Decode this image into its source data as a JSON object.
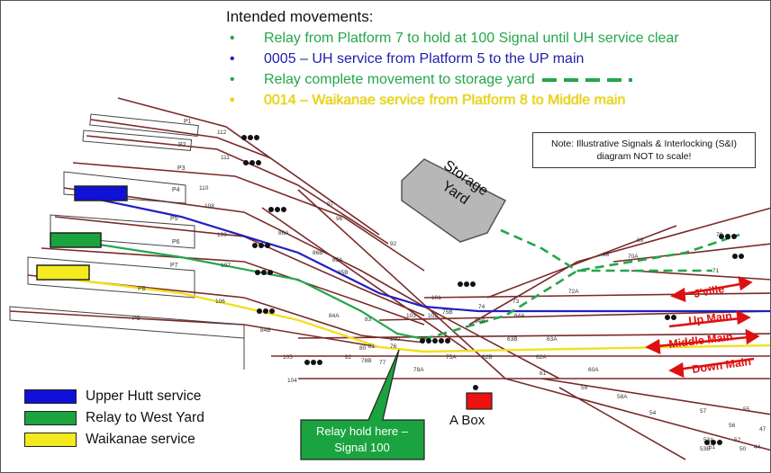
{
  "movements": {
    "title": "Intended movements:",
    "items": [
      {
        "text": "Relay from Platform 7 to hold at 100 Signal until UH service clear",
        "color": "#22a64a",
        "dashed": false
      },
      {
        "text": "0005 – UH service from Platform 5 to the UP main",
        "color": "#1f1fa8",
        "dashed": false
      },
      {
        "text": "Relay complete movement to storage yard",
        "color": "#22a64a",
        "dashed": true
      },
      {
        "text": "0014 – Waikanae service from Platform 8 to Middle main",
        "color": "#f0d800",
        "dashed": false
      }
    ]
  },
  "note": {
    "text": "Note: Illustrative Signals & Interlocking (S&I) diagram NOT to scale!"
  },
  "storage_yard": {
    "label": "Storage Yard",
    "color": "#b7b7b7"
  },
  "platforms": [
    "P1",
    "P2",
    "P3",
    "P4",
    "P5",
    "P6",
    "P7",
    "P8",
    "P9"
  ],
  "signals": [
    "112",
    "111",
    "110",
    "108",
    "109",
    "107",
    "106",
    "105",
    "104",
    "103",
    "102",
    "101",
    "100"
  ],
  "points": [
    "97",
    "96",
    "92",
    "86A",
    "86B",
    "85A",
    "85B",
    "84A",
    "84B",
    "83",
    "82",
    "81",
    "80",
    "79",
    "78A",
    "78B",
    "77",
    "76",
    "75A",
    "75B",
    "74",
    "73",
    "72A",
    "71",
    "70A",
    "69",
    "68",
    "64A",
    "64B",
    "63A",
    "63B",
    "62A",
    "62B",
    "61",
    "60A",
    "59",
    "58A",
    "57",
    "56",
    "55",
    "54",
    "53A",
    "53B",
    "52",
    "51",
    "50",
    "47",
    "44"
  ],
  "line_labels": [
    {
      "text": "J'ville",
      "color": "#dd1111"
    },
    {
      "text": "Up Main",
      "color": "#dd1111"
    },
    {
      "text": "Middle Main",
      "color": "#dd1111"
    },
    {
      "text": "Down Main",
      "color": "#dd1111"
    }
  ],
  "legend": [
    {
      "label": "Upper Hutt service",
      "color": "#1010d8"
    },
    {
      "label": "Relay to West Yard",
      "color": "#1aa33e"
    },
    {
      "label": "Waikanae service",
      "color": "#f5ea20"
    }
  ],
  "callout": {
    "text": "Relay hold here – Signal 100",
    "color": "#1aa33e"
  },
  "abox": {
    "label": "A Box",
    "color": "#ee1111"
  },
  "colors": {
    "track": "#7a2a2a",
    "up_hutt": "#2020c0",
    "relay": "#22a64a",
    "waikanae": "#f0e020",
    "arrow": "#dd1111"
  }
}
